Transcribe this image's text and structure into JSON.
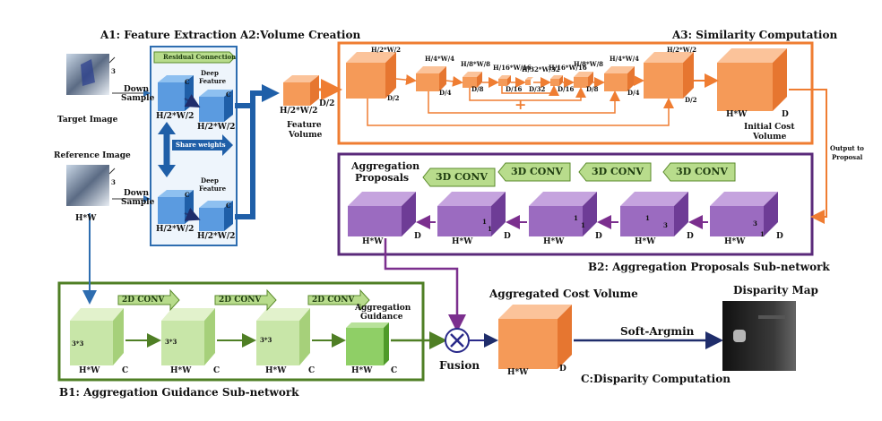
{
  "sections": {
    "a1": "A1: Feature Extraction",
    "a2": "A2:Volume Creation",
    "a3": "A3: Similarity Computation",
    "b1": "B1: Aggregation Guidance Sub-network",
    "b2": "B2: Aggregation Proposals Sub-network",
    "c": "C:Disparity Computation"
  },
  "a1": {
    "target_image": "Target Image",
    "reference_image": "Reference Image",
    "down_sample_1": "Down",
    "down_sample_2": "Sample",
    "residual_connection": "Residual Connection",
    "share_weights": "Share weights",
    "deep_feature_1": "Deep",
    "deep_feature_2": "Feature",
    "dim_c": "C",
    "dim_3": "3",
    "dim_hw": "H*W",
    "dim_half": "H/2*W/2"
  },
  "a2": {
    "feature_volume_1": "Feature",
    "feature_volume_2": "Volume",
    "dim_half": "H/2*W/2",
    "dim_d2": "D/2"
  },
  "a3": {
    "initial_cost_1": "Initial Cost",
    "initial_cost_2": "Volume",
    "dim_h2": "H/2*W/2",
    "dim_h4": "H/4*W/4",
    "dim_h8": "H/8*W/8",
    "dim_h16": "H/16*W/16",
    "dim_h32": "H/32*W/32",
    "dim_d2": "D/2",
    "dim_d4": "D/4",
    "dim_d8": "D/8",
    "dim_d16": "D/16",
    "dim_d32": "D/32",
    "dim_hw": "H*W",
    "dim_d": "D",
    "plus": "+",
    "output_to_proposal_1": "Output to",
    "output_to_proposal_2": "Proposal"
  },
  "b2": {
    "aggregation_proposals_1": "Aggregation",
    "aggregation_proposals_2": "Proposals",
    "conv_label": "3D CONV",
    "dim_hw": "H*W",
    "dim_d": "D",
    "one": "1",
    "three": "3"
  },
  "b1": {
    "conv_label": "2D CONV",
    "aggregation_guidance_1": "Aggregation",
    "aggregation_guidance_2": "Guidance",
    "dim_hw": "H*W",
    "dim_c": "C",
    "kernel": "3*3"
  },
  "c": {
    "fusion": "Fusion",
    "aggregated_cost_volume": "Aggregated Cost Volume",
    "soft_argmin": "Soft-Argmin",
    "disparity_map": "Disparity Map",
    "dim_hw": "H*W",
    "dim_d": "D"
  },
  "colors": {
    "orange": "#ef7d32",
    "purple": "#7b2f8e",
    "green": "#5a8a2b",
    "blue": "#2e6db0",
    "navy": "#1f3d7a"
  }
}
